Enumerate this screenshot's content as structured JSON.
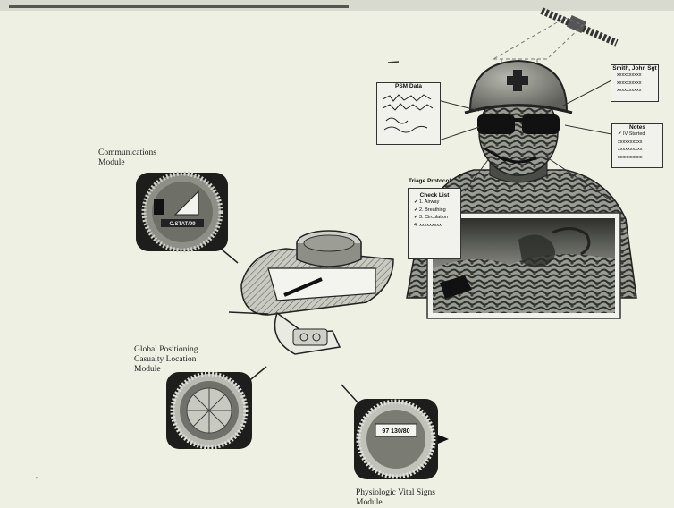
{
  "labels": {
    "communications": [
      "Communications",
      "Module"
    ],
    "gps": [
      "Global Positioning",
      "Casualty Location",
      "Module"
    ],
    "vitals": [
      "Physiologic Vital Signs",
      "Module"
    ]
  },
  "modules": {
    "communications_readout": "C.STAT/99",
    "vitals_readout": "97 130/80"
  },
  "panels": {
    "psm_data": {
      "title": "PSM Data"
    },
    "name_tag": {
      "title": "Smith, John Sgt",
      "lines": [
        "xxxxxxxxxx",
        "xxxxxxxxxx",
        "xxxxxxxxxx"
      ]
    },
    "notes": {
      "title": "Notes",
      "items": [
        "IV Started",
        "xxxxxxxxxx",
        "xxxxxxxxxx",
        "xxxxxxxxxx"
      ]
    },
    "triage": {
      "title": "Triage Protocol",
      "subtitle": "Check List",
      "items": [
        "1. Airway",
        "2. Breathing",
        "3. Circulation",
        "4. xxxxxxxxx"
      ]
    }
  }
}
